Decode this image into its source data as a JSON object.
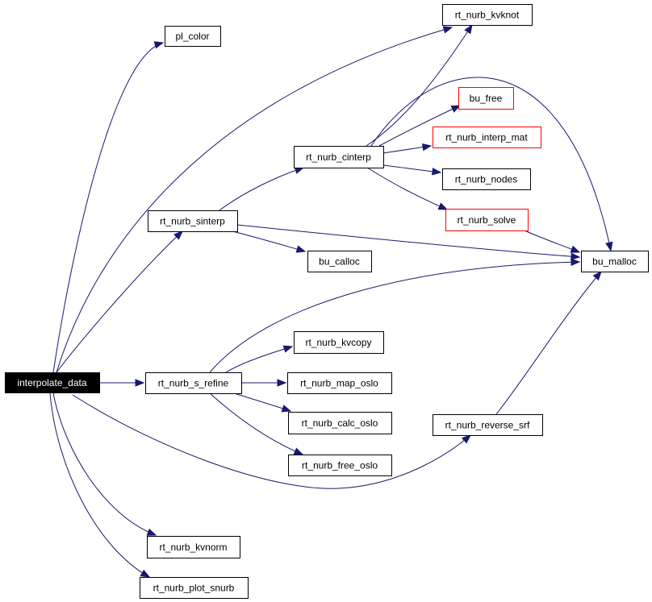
{
  "colors": {
    "edge": "#191970",
    "root_fill": "#000000",
    "root_text": "#ffffff",
    "node_border": "#000000",
    "external_border": "#ff0000"
  },
  "nodes": {
    "interpolate_data": {
      "label": "interpolate_data",
      "style": "root"
    },
    "pl_color": {
      "label": "pl_color",
      "style": "normal"
    },
    "rt_nurb_kvknot": {
      "label": "rt_nurb_kvknot",
      "style": "normal"
    },
    "bu_free": {
      "label": "bu_free",
      "style": "red"
    },
    "rt_nurb_interp_mat": {
      "label": "rt_nurb_interp_mat",
      "style": "red"
    },
    "rt_nurb_cinterp": {
      "label": "rt_nurb_cinterp",
      "style": "normal"
    },
    "rt_nurb_nodes": {
      "label": "rt_nurb_nodes",
      "style": "normal"
    },
    "rt_nurb_sinterp": {
      "label": "rt_nurb_sinterp",
      "style": "normal"
    },
    "rt_nurb_solve": {
      "label": "rt_nurb_solve",
      "style": "red"
    },
    "bu_calloc": {
      "label": "bu_calloc",
      "style": "normal"
    },
    "bu_malloc": {
      "label": "bu_malloc",
      "style": "normal"
    },
    "rt_nurb_kvcopy": {
      "label": "rt_nurb_kvcopy",
      "style": "normal"
    },
    "rt_nurb_s_refine": {
      "label": "rt_nurb_s_refine",
      "style": "normal"
    },
    "rt_nurb_map_oslo": {
      "label": "rt_nurb_map_oslo",
      "style": "normal"
    },
    "rt_nurb_calc_oslo": {
      "label": "rt_nurb_calc_oslo",
      "style": "normal"
    },
    "rt_nurb_reverse_srf": {
      "label": "rt_nurb_reverse_srf",
      "style": "normal"
    },
    "rt_nurb_free_oslo": {
      "label": "rt_nurb_free_oslo",
      "style": "normal"
    },
    "rt_nurb_kvnorm": {
      "label": "rt_nurb_kvnorm",
      "style": "normal"
    },
    "rt_nurb_plot_snurb": {
      "label": "rt_nurb_plot_snurb",
      "style": "normal"
    }
  },
  "edges": [
    [
      "interpolate_data",
      "pl_color"
    ],
    [
      "interpolate_data",
      "rt_nurb_kvknot"
    ],
    [
      "interpolate_data",
      "rt_nurb_sinterp"
    ],
    [
      "interpolate_data",
      "rt_nurb_s_refine"
    ],
    [
      "interpolate_data",
      "rt_nurb_reverse_srf"
    ],
    [
      "interpolate_data",
      "rt_nurb_kvnorm"
    ],
    [
      "interpolate_data",
      "rt_nurb_plot_snurb"
    ],
    [
      "rt_nurb_sinterp",
      "rt_nurb_cinterp"
    ],
    [
      "rt_nurb_sinterp",
      "bu_calloc"
    ],
    [
      "rt_nurb_sinterp",
      "bu_malloc"
    ],
    [
      "rt_nurb_cinterp",
      "rt_nurb_kvknot"
    ],
    [
      "rt_nurb_cinterp",
      "bu_free"
    ],
    [
      "rt_nurb_cinterp",
      "rt_nurb_interp_mat"
    ],
    [
      "rt_nurb_cinterp",
      "rt_nurb_nodes"
    ],
    [
      "rt_nurb_cinterp",
      "rt_nurb_solve"
    ],
    [
      "rt_nurb_cinterp",
      "bu_malloc"
    ],
    [
      "rt_nurb_solve",
      "bu_malloc"
    ],
    [
      "rt_nurb_s_refine",
      "rt_nurb_kvcopy"
    ],
    [
      "rt_nurb_s_refine",
      "rt_nurb_map_oslo"
    ],
    [
      "rt_nurb_s_refine",
      "rt_nurb_calc_oslo"
    ],
    [
      "rt_nurb_s_refine",
      "rt_nurb_free_oslo"
    ],
    [
      "rt_nurb_s_refine",
      "bu_malloc"
    ],
    [
      "rt_nurb_reverse_srf",
      "bu_malloc"
    ]
  ]
}
